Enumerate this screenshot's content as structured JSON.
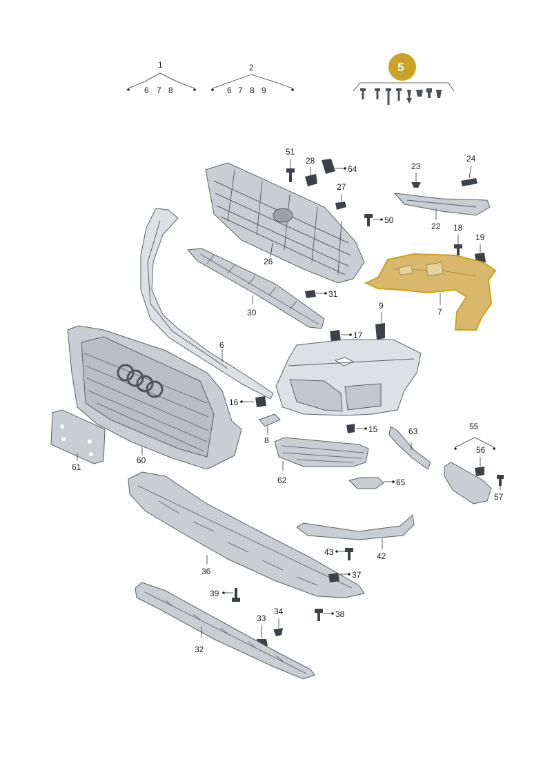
{
  "header_groups": [
    {
      "ref": "1",
      "subs": [
        "6",
        "7",
        "8"
      ]
    },
    {
      "ref": "2",
      "subs": [
        "6",
        "7",
        "8",
        "9"
      ]
    },
    {
      "ref": "5"
    }
  ],
  "callouts": {
    "c51": "51",
    "c28": "28",
    "c64": "64",
    "c27": "27",
    "c50": "50",
    "c23": "23",
    "c24": "24",
    "c22": "22",
    "c18": "18",
    "c19": "19",
    "c26": "26",
    "c31": "31",
    "c30": "30",
    "c7": "7",
    "c9": "9",
    "c17": "17",
    "c6": "6",
    "c16": "16",
    "c8": "8",
    "c15": "15",
    "c63": "63",
    "c55": "55",
    "c56": "56",
    "c57": "57",
    "c61": "61",
    "c60": "60",
    "c62": "62",
    "c65": "65",
    "c43": "43",
    "c42": "42",
    "c36": "36",
    "c37": "37",
    "c39": "39",
    "c33": "33",
    "c34": "34",
    "c38": "38",
    "c32": "32"
  },
  "colors": {
    "highlight_fill": "#d7b86c",
    "highlight_stroke": "#d49f14",
    "badge": "#c9a227",
    "part_gray": "#c9ced5"
  }
}
